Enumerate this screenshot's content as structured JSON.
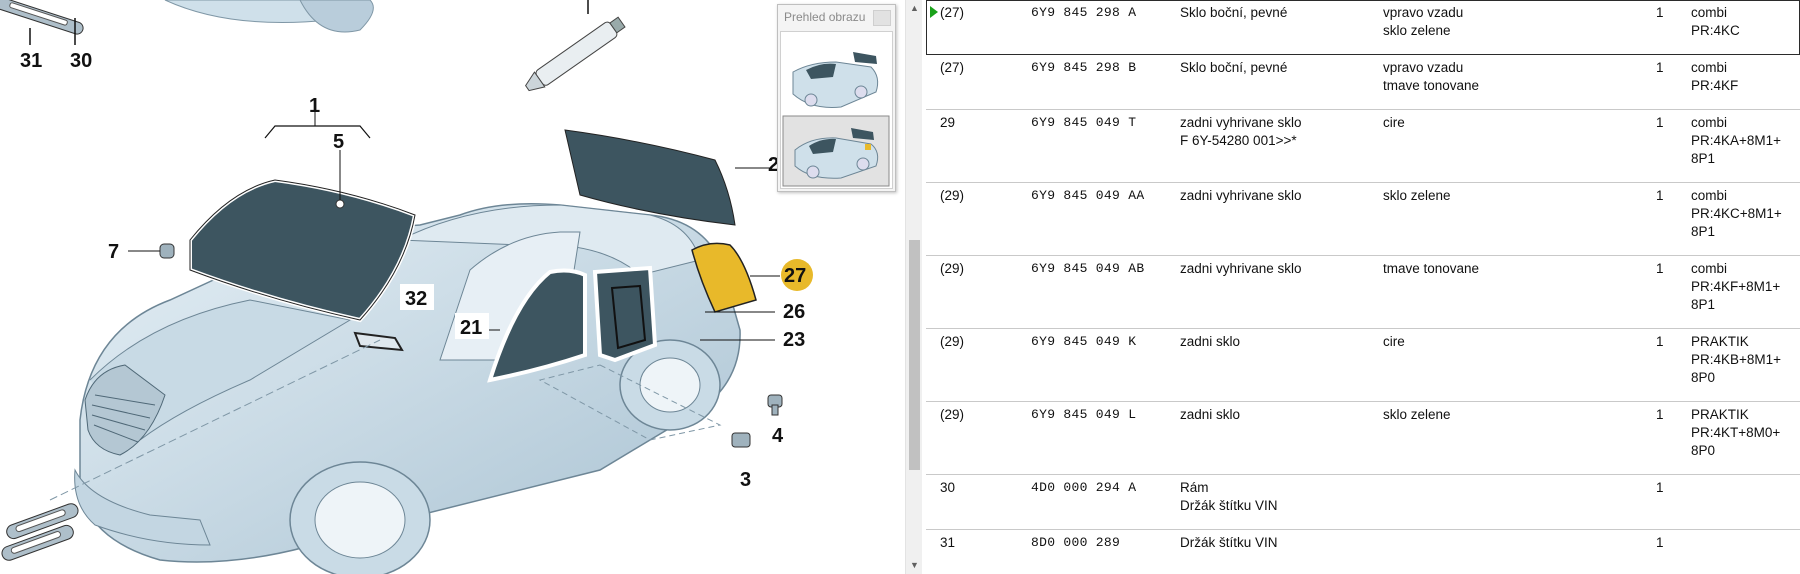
{
  "diagram": {
    "callouts": [
      "31",
      "30",
      "1",
      "5",
      "2",
      "7",
      "32",
      "21",
      "27",
      "26",
      "23",
      "4",
      "3"
    ],
    "highlight_color": "#e8b92a",
    "glass_color": "#3d5560",
    "body_color": "#cfe0ea"
  },
  "thumbnail": {
    "title": "Prehled obrazu"
  },
  "scrollbar": {
    "up": "▲",
    "down": "▼"
  },
  "rows": [
    {
      "pos": "(27)",
      "partno": "6Y9 845 298 A",
      "desc": [
        "Sklo boční, pevné"
      ],
      "note": [
        "vpravo vzadu",
        "sklo zelene"
      ],
      "qty": "1",
      "model": [
        "combi",
        "PR:4KC"
      ],
      "selected": true
    },
    {
      "pos": "(27)",
      "partno": "6Y9 845 298 B",
      "desc": [
        "Sklo boční, pevné"
      ],
      "note": [
        "vpravo vzadu",
        "tmave tonovane"
      ],
      "qty": "1",
      "model": [
        "combi",
        "PR:4KF"
      ]
    },
    {
      "pos": "29",
      "partno": "6Y9 845 049 T",
      "desc": [
        "zadni vyhrivane sklo",
        "F 6Y-54280 001>>*"
      ],
      "note": [
        "cire"
      ],
      "qty": "1",
      "model": [
        "combi",
        "PR:4KA+8M1+",
        "8P1"
      ]
    },
    {
      "pos": "(29)",
      "partno": "6Y9 845 049 AA",
      "desc": [
        "zadni vyhrivane sklo"
      ],
      "note": [
        "sklo zelene"
      ],
      "qty": "1",
      "model": [
        "combi",
        "PR:4KC+8M1+",
        "8P1"
      ]
    },
    {
      "pos": "(29)",
      "partno": "6Y9 845 049 AB",
      "desc": [
        "zadni vyhrivane sklo"
      ],
      "note": [
        "tmave tonovane"
      ],
      "qty": "1",
      "model": [
        "combi",
        "PR:4KF+8M1+",
        "8P1"
      ]
    },
    {
      "pos": "(29)",
      "partno": "6Y9 845 049 K",
      "desc": [
        "zadni sklo"
      ],
      "note": [
        "cire"
      ],
      "qty": "1",
      "model": [
        "PRAKTIK",
        "PR:4KB+8M1+",
        "8P0"
      ]
    },
    {
      "pos": "(29)",
      "partno": "6Y9 845 049 L",
      "desc": [
        "zadni sklo"
      ],
      "note": [
        "sklo zelene"
      ],
      "qty": "1",
      "model": [
        "PRAKTIK",
        "PR:4KT+8M0+",
        "8P0"
      ]
    },
    {
      "pos": "30",
      "partno": "4D0 000 294 A",
      "desc": [
        "Rám",
        "Držák štítku VIN"
      ],
      "note": [],
      "qty": "1",
      "model": []
    },
    {
      "pos": "31",
      "partno": "8D0 000 289",
      "desc": [
        "Držák štítku VIN"
      ],
      "note": [],
      "qty": "1",
      "model": []
    }
  ]
}
